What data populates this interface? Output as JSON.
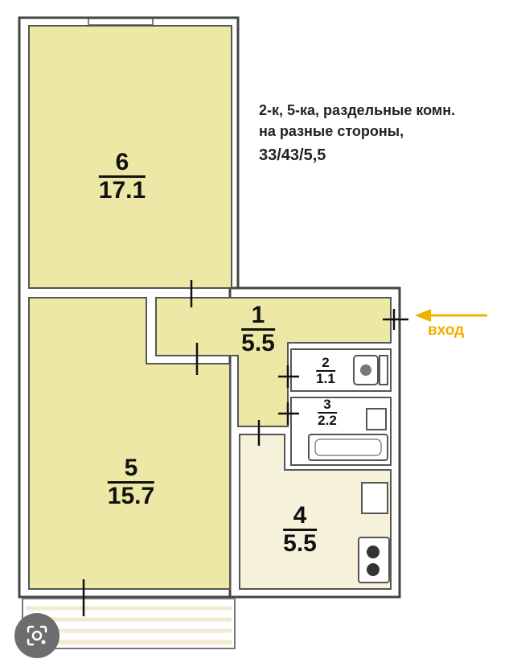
{
  "description": {
    "line1": "2-к, 5-ка, раздельные комн.",
    "line2": "на разные стороны,",
    "line3": "33/43/5,5"
  },
  "entry_label": "вход",
  "rooms": [
    {
      "id": "6",
      "number": "6",
      "area": "17.1"
    },
    {
      "id": "5",
      "number": "5",
      "area": "15.7"
    },
    {
      "id": "1",
      "number": "1",
      "area": "5.5"
    },
    {
      "id": "2",
      "number": "2",
      "area": "1.1"
    },
    {
      "id": "3",
      "number": "3",
      "area": "2.2"
    },
    {
      "id": "4",
      "number": "4",
      "area": "5.5"
    }
  ],
  "colors": {
    "room_fill": "#eee8a6",
    "kitchen_fill": "#f6f1db",
    "wall": "#444444",
    "entry_arrow": "#f0b000"
  },
  "icons": [
    "lens-search-icon"
  ]
}
